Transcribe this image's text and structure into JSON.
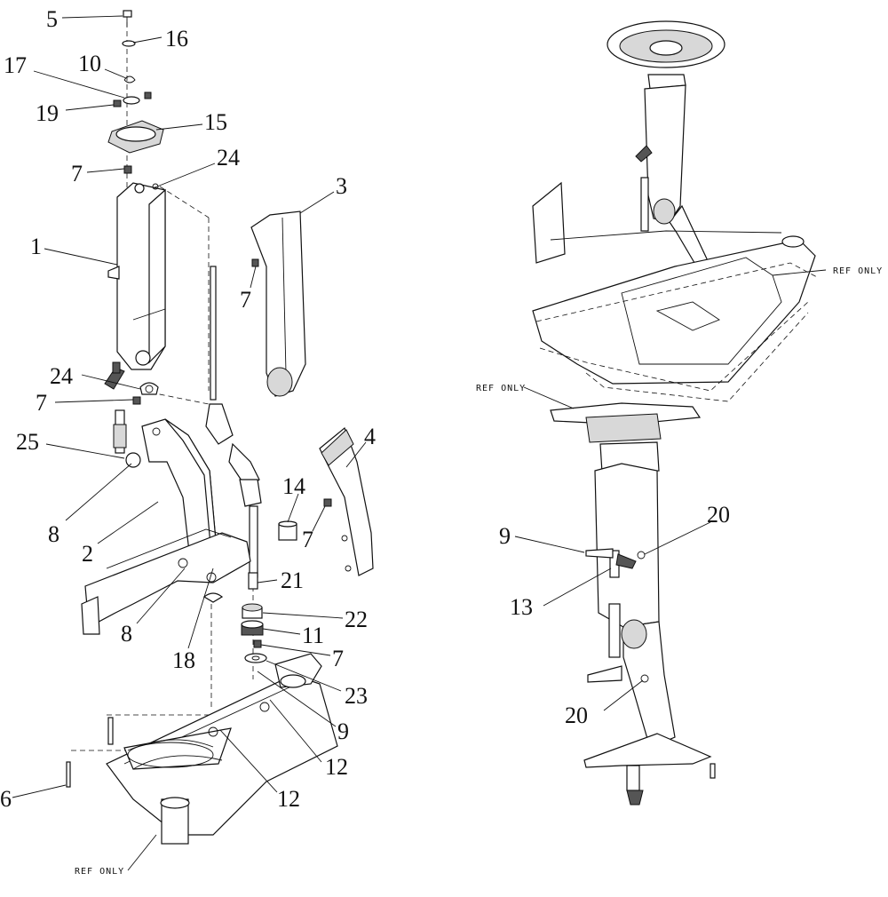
{
  "ref_label": "REF ONLY",
  "callouts": [
    {
      "id": "c5",
      "label": "5"
    },
    {
      "id": "c16",
      "label": "16"
    },
    {
      "id": "c17",
      "label": "17"
    },
    {
      "id": "c10",
      "label": "10"
    },
    {
      "id": "c19",
      "label": "19"
    },
    {
      "id": "c15",
      "label": "15"
    },
    {
      "id": "c7a",
      "label": "7"
    },
    {
      "id": "c24a",
      "label": "24"
    },
    {
      "id": "c3",
      "label": "3"
    },
    {
      "id": "c1",
      "label": "1"
    },
    {
      "id": "c7b",
      "label": "7"
    },
    {
      "id": "c24b",
      "label": "24"
    },
    {
      "id": "c7c",
      "label": "7"
    },
    {
      "id": "c25",
      "label": "25"
    },
    {
      "id": "c4",
      "label": "4"
    },
    {
      "id": "c14",
      "label": "14"
    },
    {
      "id": "c8a",
      "label": "8"
    },
    {
      "id": "c7d",
      "label": "7"
    },
    {
      "id": "c2",
      "label": "2"
    },
    {
      "id": "c21",
      "label": "21"
    },
    {
      "id": "c22",
      "label": "22"
    },
    {
      "id": "c8b",
      "label": "8"
    },
    {
      "id": "c11",
      "label": "11"
    },
    {
      "id": "c18",
      "label": "18"
    },
    {
      "id": "c7e",
      "label": "7"
    },
    {
      "id": "c23",
      "label": "23"
    },
    {
      "id": "c9a",
      "label": "9"
    },
    {
      "id": "c12a",
      "label": "12"
    },
    {
      "id": "c6",
      "label": "6"
    },
    {
      "id": "c12b",
      "label": "12"
    },
    {
      "id": "c9b",
      "label": "9"
    },
    {
      "id": "c20a",
      "label": "20"
    },
    {
      "id": "c13",
      "label": "13"
    },
    {
      "id": "c20b",
      "label": "20"
    }
  ]
}
